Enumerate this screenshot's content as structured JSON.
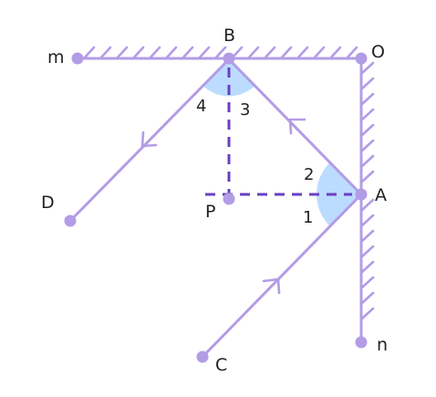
{
  "points": {
    "m": "m",
    "B": "B",
    "O": "O",
    "A": "A",
    "n": "n",
    "C": "C",
    "D": "D",
    "P": "P"
  },
  "angles": {
    "a1": "1",
    "a2": "2",
    "a3": "3",
    "a4": "4"
  },
  "colors": {
    "ray": "#b39ce6",
    "point": "#b39ce6",
    "dashed": "#6a3fc2",
    "angle_fill": "#bcdcff",
    "label": "#222222"
  }
}
